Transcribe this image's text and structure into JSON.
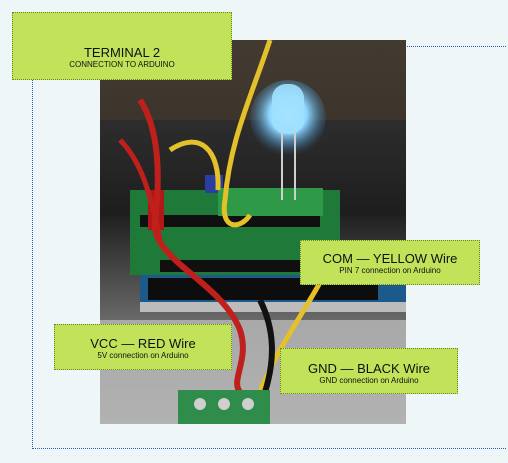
{
  "callouts": {
    "terminal": {
      "title": "TERMINAL 2",
      "subtitle": "CONNECTION TO ARDUINO"
    },
    "com": {
      "title": "COM —  YELLOW Wire",
      "subtitle": "PIN 7 connection on Arduino"
    },
    "vcc": {
      "title": "VCC —   RED Wire",
      "subtitle": "5V connection on Arduino"
    },
    "gnd": {
      "title": "GND —   BLACK Wire",
      "subtitle": "GND connection on Arduino"
    }
  },
  "colors": {
    "callout_bg": "#c2e25a",
    "frame_line": "#2d5fa8",
    "wire_red": "#c0201c",
    "wire_yellow": "#e4c12a",
    "wire_black": "#111111",
    "led": "#8fd6ff",
    "board_green": "#1f7a3a",
    "terminal_block": "#2f8c4a"
  }
}
